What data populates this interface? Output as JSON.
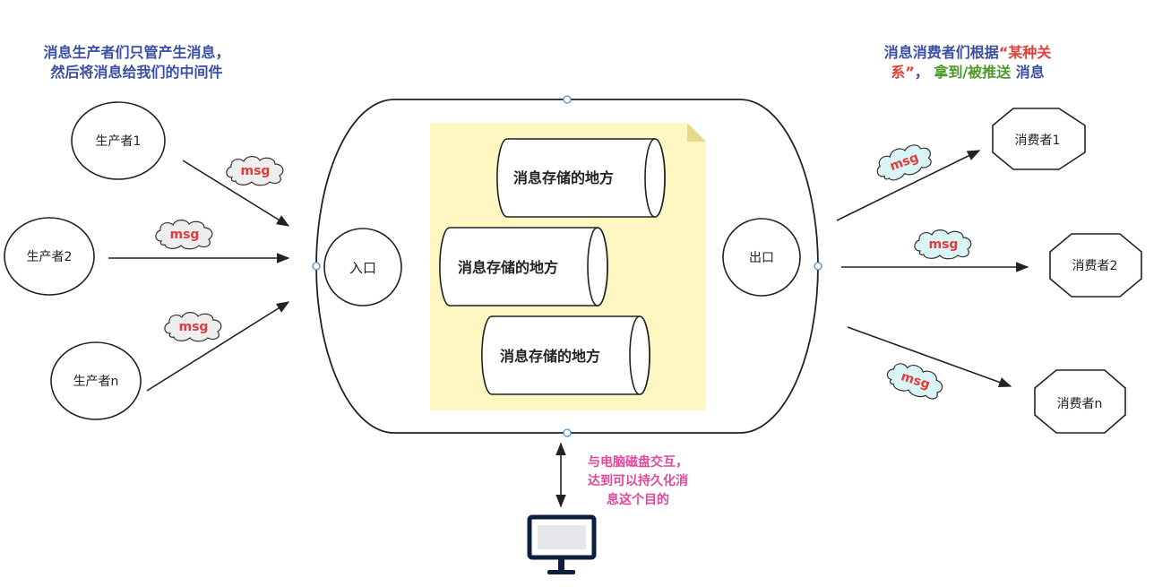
{
  "producers_note": {
    "line1": "消息生产者们只管产生消息，",
    "line2": "然后将消息给我们的中间件"
  },
  "consumers_note": {
    "part_a": "消息消费者们根据",
    "part_b": "“某种关",
    "part_c": "系”",
    "part_d": "，",
    "part_e": "拿到/被推送",
    "part_f": "消息"
  },
  "producers": [
    "生产者1",
    "生产者2",
    "生产者n"
  ],
  "consumers": [
    "消费者1",
    "消费者2",
    "消费者n"
  ],
  "msg_label": "msg",
  "entrance": "入口",
  "exit": "出口",
  "storage_label": "消息存储的地方",
  "disk_note": {
    "line1": "与电脑磁盘交互，",
    "line2": "达到可以持久化消",
    "line3": "息这个目的"
  },
  "colors": {
    "note_blue": "#3a4fa1",
    "note_red": "#e0403a",
    "note_green": "#4c9a2a",
    "pink": "#e0489a",
    "msg_text": "#e03c3c",
    "sticky_yellow": "#fff7c2",
    "stroke": "#222222"
  }
}
